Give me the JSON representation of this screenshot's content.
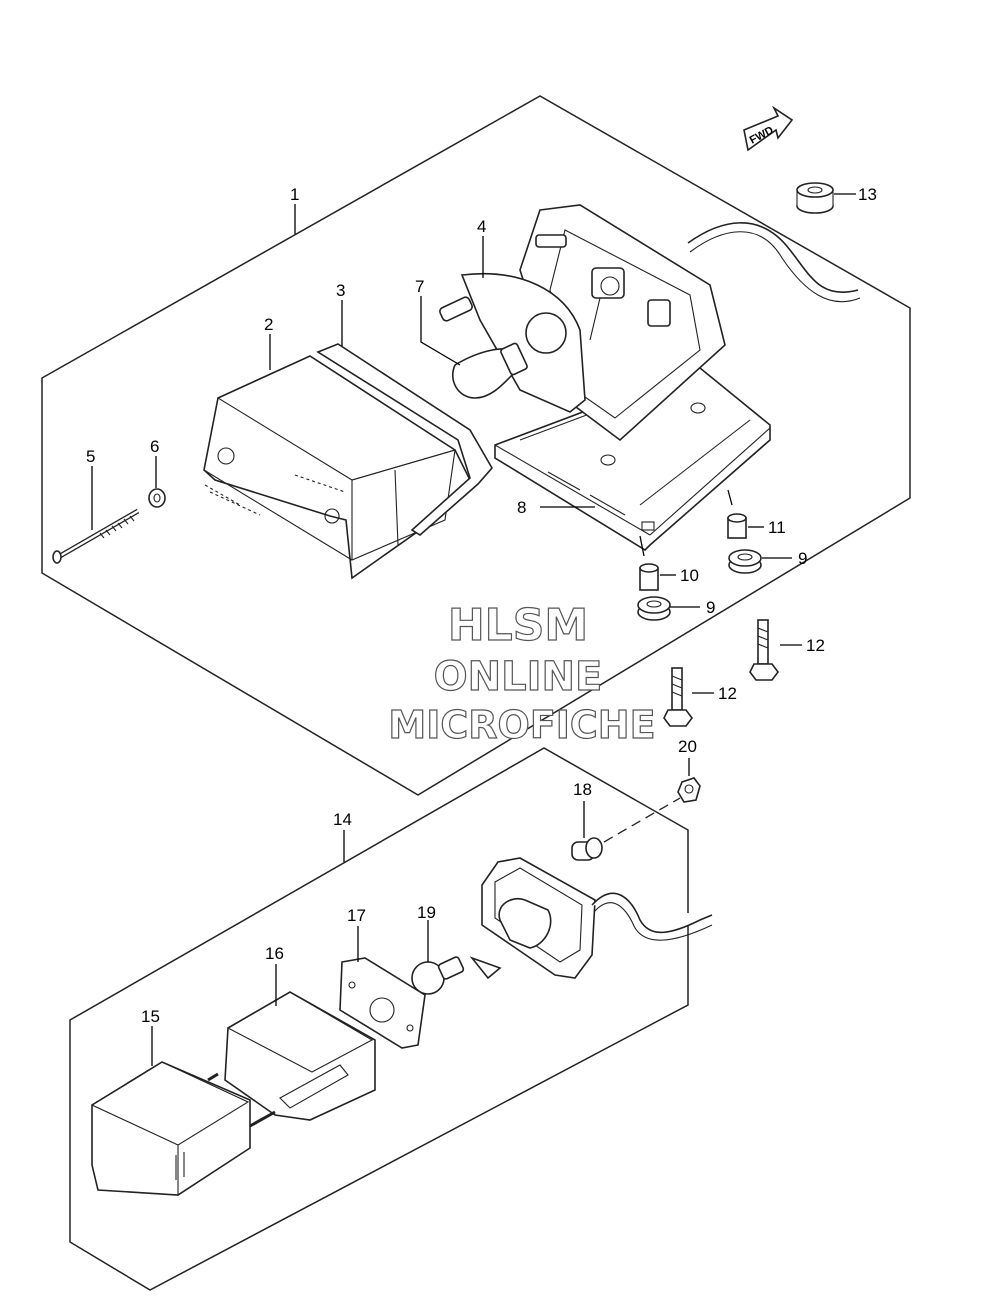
{
  "fwd_label": "FWD",
  "watermark": {
    "line1": "HLSM",
    "line2": "ONLINE",
    "line3": "MICROFICHE"
  },
  "callouts": {
    "c1": "1",
    "c2": "2",
    "c3": "3",
    "c4": "4",
    "c5": "5",
    "c6": "6",
    "c7": "7",
    "c8": "8",
    "c9a": "9",
    "c9b": "9",
    "c10": "10",
    "c11": "11",
    "c12a": "12",
    "c12b": "12",
    "c13": "13",
    "c14": "14",
    "c15": "15",
    "c16": "16",
    "c17": "17",
    "c18": "18",
    "c19": "19",
    "c20": "20"
  }
}
